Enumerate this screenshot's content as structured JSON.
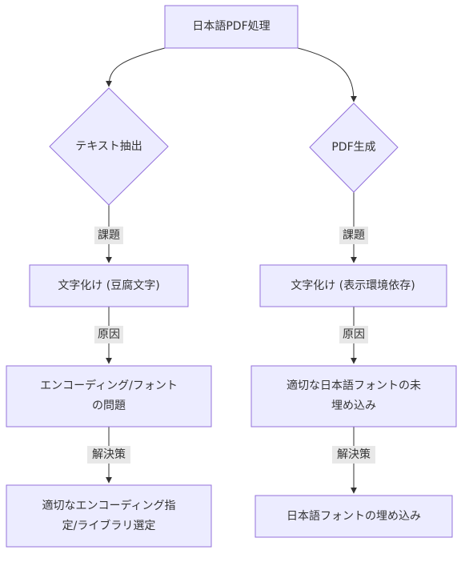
{
  "nodes": {
    "root": "日本語PDF処理",
    "extract": "テキスト抽出",
    "generate": "PDF生成",
    "extract_problem": "文字化け (豆腐文字)",
    "generate_problem": "文字化け (表示環境依存)",
    "extract_cause_line1": "エンコーディング/フォント",
    "extract_cause_line2": "の問題",
    "generate_cause_line1": "適切な日本語フォントの未",
    "generate_cause_line2": "埋め込み",
    "extract_solution_line1": "適切なエンコーディング指",
    "extract_solution_line2": "定/ライブラリ選定",
    "generate_solution": "日本語フォントの埋め込み"
  },
  "edge_labels": {
    "issue_left": "課題",
    "issue_right": "課題",
    "cause_left": "原因",
    "cause_right": "原因",
    "solution_left": "解決策",
    "solution_right": "解決策"
  },
  "colors": {
    "node_fill": "#ECECFF",
    "node_stroke": "#9370DB",
    "edge": "#333333",
    "label_bg": "#e8e8e8",
    "text": "#333333"
  }
}
